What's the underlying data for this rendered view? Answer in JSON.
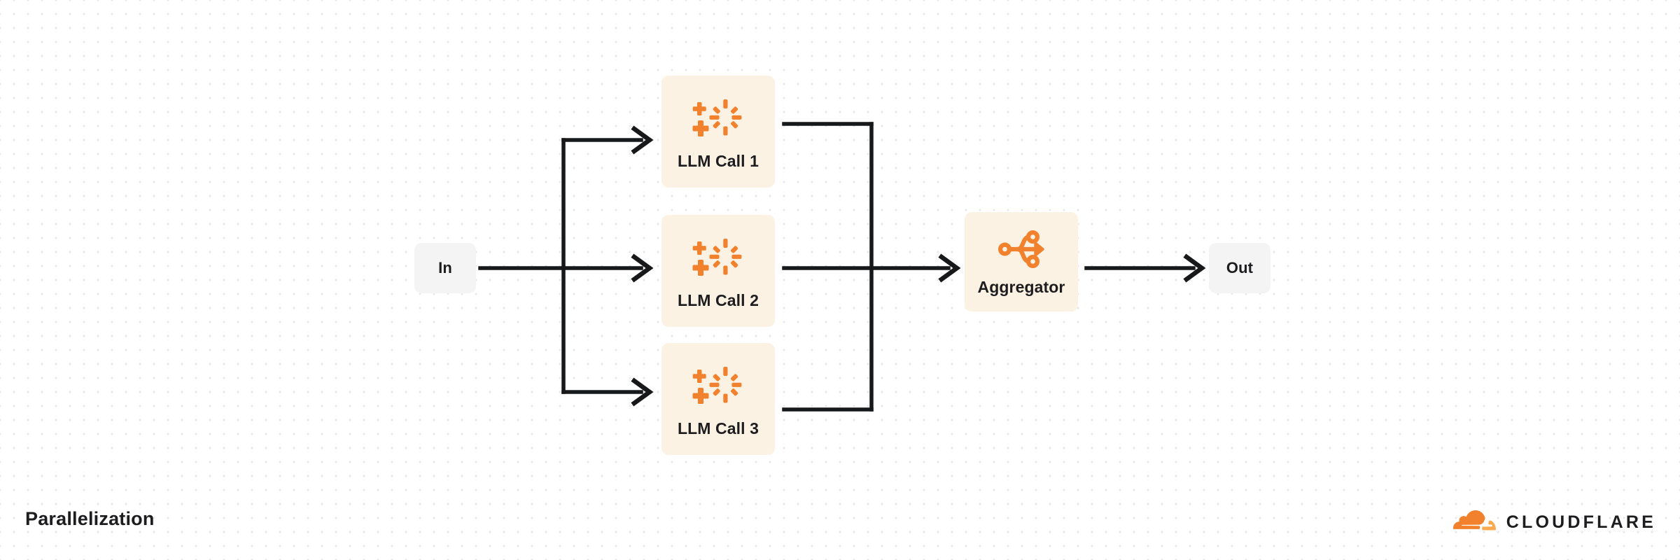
{
  "page": {
    "title": "Parallelization",
    "background": "#ffffff",
    "grid_dot_color": "#e9e9e9"
  },
  "colors": {
    "accent_orange": "#f1812c",
    "accent_orange_light": "#f9a94e",
    "card_background": "#fcf2e4",
    "terminal_background": "#f4f4f5",
    "text": "#1d1d1f",
    "wire": "#17181a"
  },
  "diagram": {
    "type": "flow-diagram",
    "name": "parallelization-workflow",
    "nodes": [
      {
        "id": "in",
        "label": "In",
        "kind": "terminal",
        "icon": null
      },
      {
        "id": "llm1",
        "label": "LLM Call 1",
        "kind": "llm-card",
        "icon": "ai-sparkle-icon"
      },
      {
        "id": "llm2",
        "label": "LLM Call 2",
        "kind": "llm-card",
        "icon": "ai-sparkle-icon"
      },
      {
        "id": "llm3",
        "label": "LLM Call 3",
        "kind": "llm-card",
        "icon": "ai-sparkle-icon"
      },
      {
        "id": "aggregator",
        "label": "Aggregator",
        "kind": "aggregator",
        "icon": "aggregator-merge-icon"
      },
      {
        "id": "out",
        "label": "Out",
        "kind": "terminal",
        "icon": null
      }
    ],
    "edges": [
      {
        "from": "in",
        "to": "llm1",
        "style": "orthogonal-arrow"
      },
      {
        "from": "in",
        "to": "llm2",
        "style": "straight-arrow"
      },
      {
        "from": "in",
        "to": "llm3",
        "style": "orthogonal-arrow"
      },
      {
        "from": "llm1",
        "to": "aggregator",
        "style": "orthogonal-merge"
      },
      {
        "from": "llm2",
        "to": "aggregator",
        "style": "straight-arrow"
      },
      {
        "from": "llm3",
        "to": "aggregator",
        "style": "orthogonal-merge"
      },
      {
        "from": "aggregator",
        "to": "out",
        "style": "straight-arrow"
      }
    ]
  },
  "brand": {
    "name": "CLOUDFLARE",
    "logo_icon": "cloudflare-cloud-logo"
  }
}
